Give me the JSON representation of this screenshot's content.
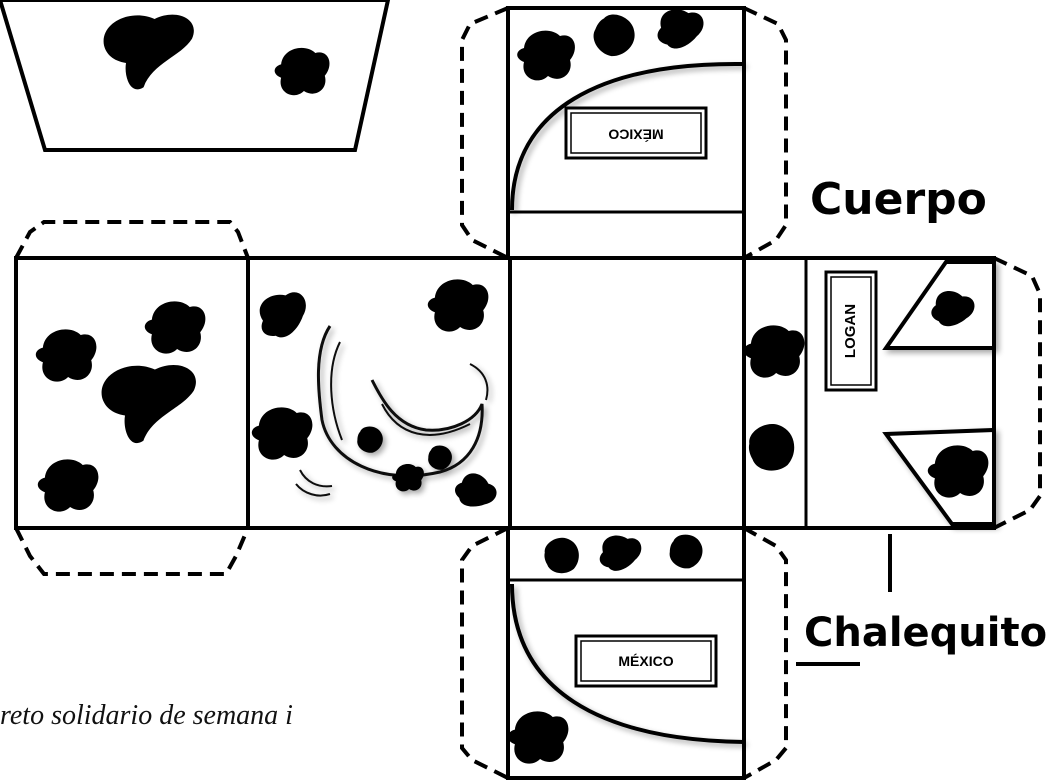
{
  "labels": {
    "cuerpo": "Cuerpo",
    "chalequito": "Chalequito"
  },
  "stamps": {
    "mexico_top": "MÉXICO",
    "mexico_bottom": "MÉXICO",
    "logan": "LOGAN"
  },
  "caption": "reto solidario de semana i",
  "colors": {
    "ink": "#000000",
    "paper": "#ffffff"
  },
  "icons": [
    "cow-spot-icon",
    "chicken-drawing-icon"
  ]
}
